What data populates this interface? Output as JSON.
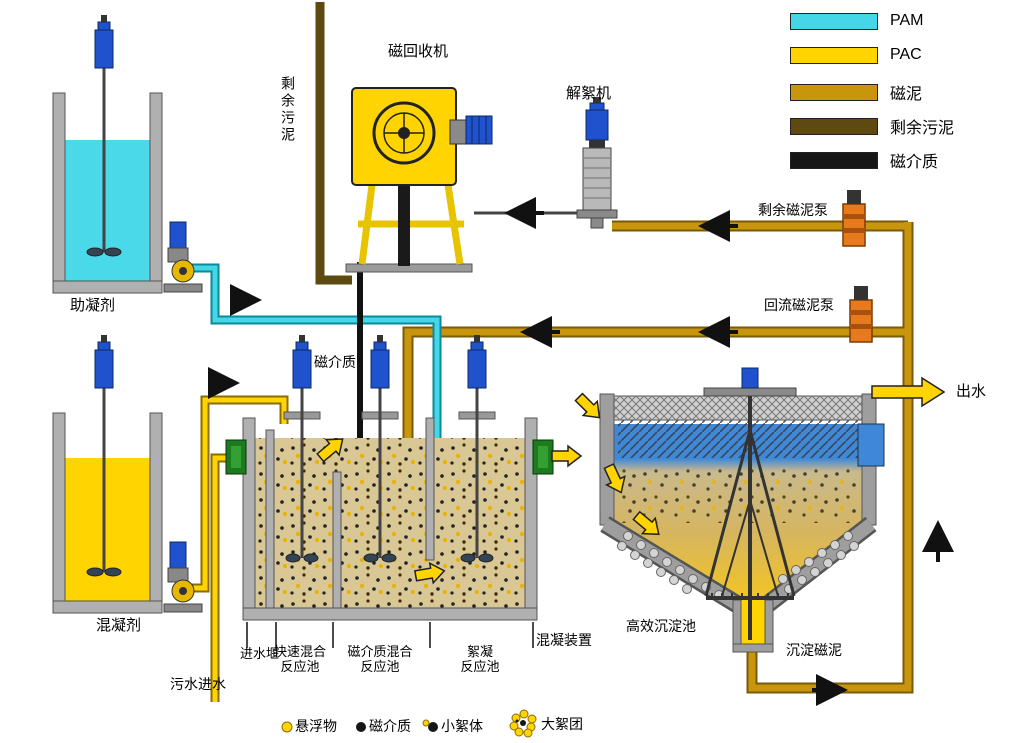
{
  "legend": {
    "items": [
      {
        "label": "PAM",
        "color": "#45D7E8"
      },
      {
        "label": "PAC",
        "color": "#FFD400"
      },
      {
        "label": "磁泥",
        "color": "#C8960C"
      },
      {
        "label": "剩余污泥",
        "color": "#5E4A10"
      },
      {
        "label": "磁介质",
        "color": "#161616"
      }
    ]
  },
  "labels": {
    "machine": "磁回收机",
    "deflocculator": "解絮机",
    "surplus_sludge_pump": "剩余磁泥泵",
    "return_sludge_pump": "回流磁泥泵",
    "coagulant_aid_tank": "助凝剂",
    "coagulant_tank": "混凝剂",
    "surplus_sludge_vertical": "剩余污泥",
    "magnetic_media_pipe": "磁介质",
    "outflow": "出水",
    "sewage_inflow": "污水进水",
    "inlet_weir": "进水堰",
    "rapid_mix": "快速混合\n反应池",
    "media_mix": "磁介质混合\n反应池",
    "flocculation": "絮凝\n反应池",
    "coagulation_unit": "混凝装置",
    "sedimentation_tank": "高效沉淀池",
    "settled_sludge": "沉淀磁泥"
  },
  "bottom_legend": {
    "items": [
      {
        "label": "悬浮物"
      },
      {
        "label": "磁介质"
      },
      {
        "label": "小絮体"
      },
      {
        "label": "大絮团"
      }
    ]
  },
  "colors": {
    "motor_blue": "#1F52CC",
    "pump_orange": "#E87A1E",
    "flange_green": "#1E7A1E",
    "water_blue": "#3F88D8",
    "tank_sand": "#D9C795",
    "machine_yellow": "#FFD400"
  }
}
